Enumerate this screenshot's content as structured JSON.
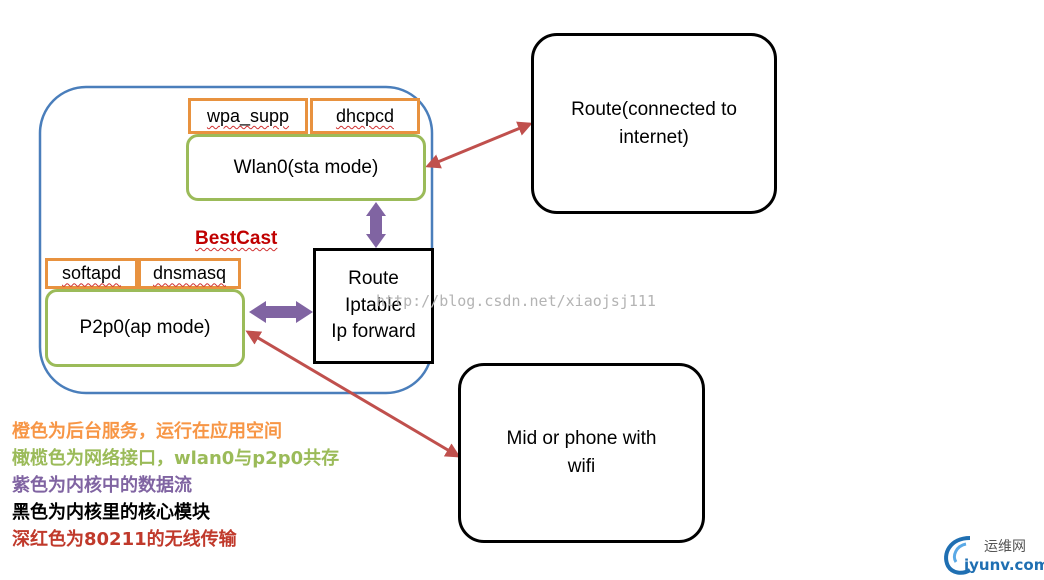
{
  "nodes": {
    "wpa_supp": "wpa_supp",
    "dhcpcd": "dhcpcd",
    "wlan0": "Wlan0(sta mode)",
    "bestcast": "BestCast",
    "softapd": "softapd",
    "dnsmasq": "dnsmasq",
    "p2p0": "P2p0(ap mode)",
    "route_core": "Route\nIptable\nIp forward",
    "route_internet": "Route(connected to\ninternet)",
    "mid_phone": "Mid or phone with\nwifi"
  },
  "watermark": "http://blog.csdn.net/xiaojsj111",
  "legend": [
    {
      "text": "橙色为后台服务，运行在应用空间",
      "color": "#f79646"
    },
    {
      "text": "橄榄色为网络接口，wlan0与p2p0共存",
      "color": "#9bbb59"
    },
    {
      "text": "紫色为内核中的数据流",
      "color": "#8064a2"
    },
    {
      "text": "黑色为内核里的核心模块",
      "color": "#000000"
    },
    {
      "text": "深红色为80211的无线传输",
      "color": "#c0392b"
    }
  ],
  "logo": {
    "title": "运维网",
    "domain": "iyunv.com"
  },
  "colors": {
    "container_border": "#4a7ebb",
    "service_orange": "#f79646",
    "interface_green": "#9bbb59",
    "kernel_flow_purple": "#8064a2",
    "wireless_red": "#c0504d",
    "core_black": "#000000"
  }
}
